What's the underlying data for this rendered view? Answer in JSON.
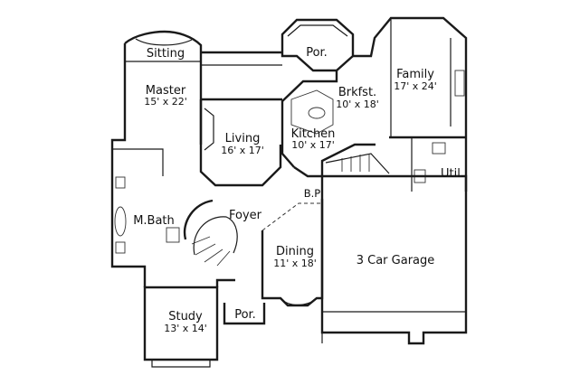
{
  "plan": {
    "rooms": [
      {
        "key": "sitting",
        "name": "Sitting",
        "dims": ""
      },
      {
        "key": "master",
        "name": "Master",
        "dims": "15' x 22'"
      },
      {
        "key": "porch_top",
        "name": "Por.",
        "dims": ""
      },
      {
        "key": "brkfst",
        "name": "Brkfst.",
        "dims": "10' x 18'"
      },
      {
        "key": "family",
        "name": "Family",
        "dims": "17' x 24'"
      },
      {
        "key": "living",
        "name": "Living",
        "dims": "16' x 17'"
      },
      {
        "key": "kitchen",
        "name": "Kitchen",
        "dims": "10' x 17'"
      },
      {
        "key": "util",
        "name": "Util.",
        "dims": ""
      },
      {
        "key": "foyer",
        "name": "Foyer",
        "dims": ""
      },
      {
        "key": "bp",
        "name": "B.P",
        "dims": ""
      },
      {
        "key": "mbath",
        "name": "M.Bath",
        "dims": ""
      },
      {
        "key": "dining",
        "name": "Dining",
        "dims": "11' x 18'"
      },
      {
        "key": "garage",
        "name": "3 Car Garage",
        "dims": ""
      },
      {
        "key": "study",
        "name": "Study",
        "dims": "13' x 14'"
      },
      {
        "key": "porch_front",
        "name": "Por.",
        "dims": ""
      }
    ]
  }
}
